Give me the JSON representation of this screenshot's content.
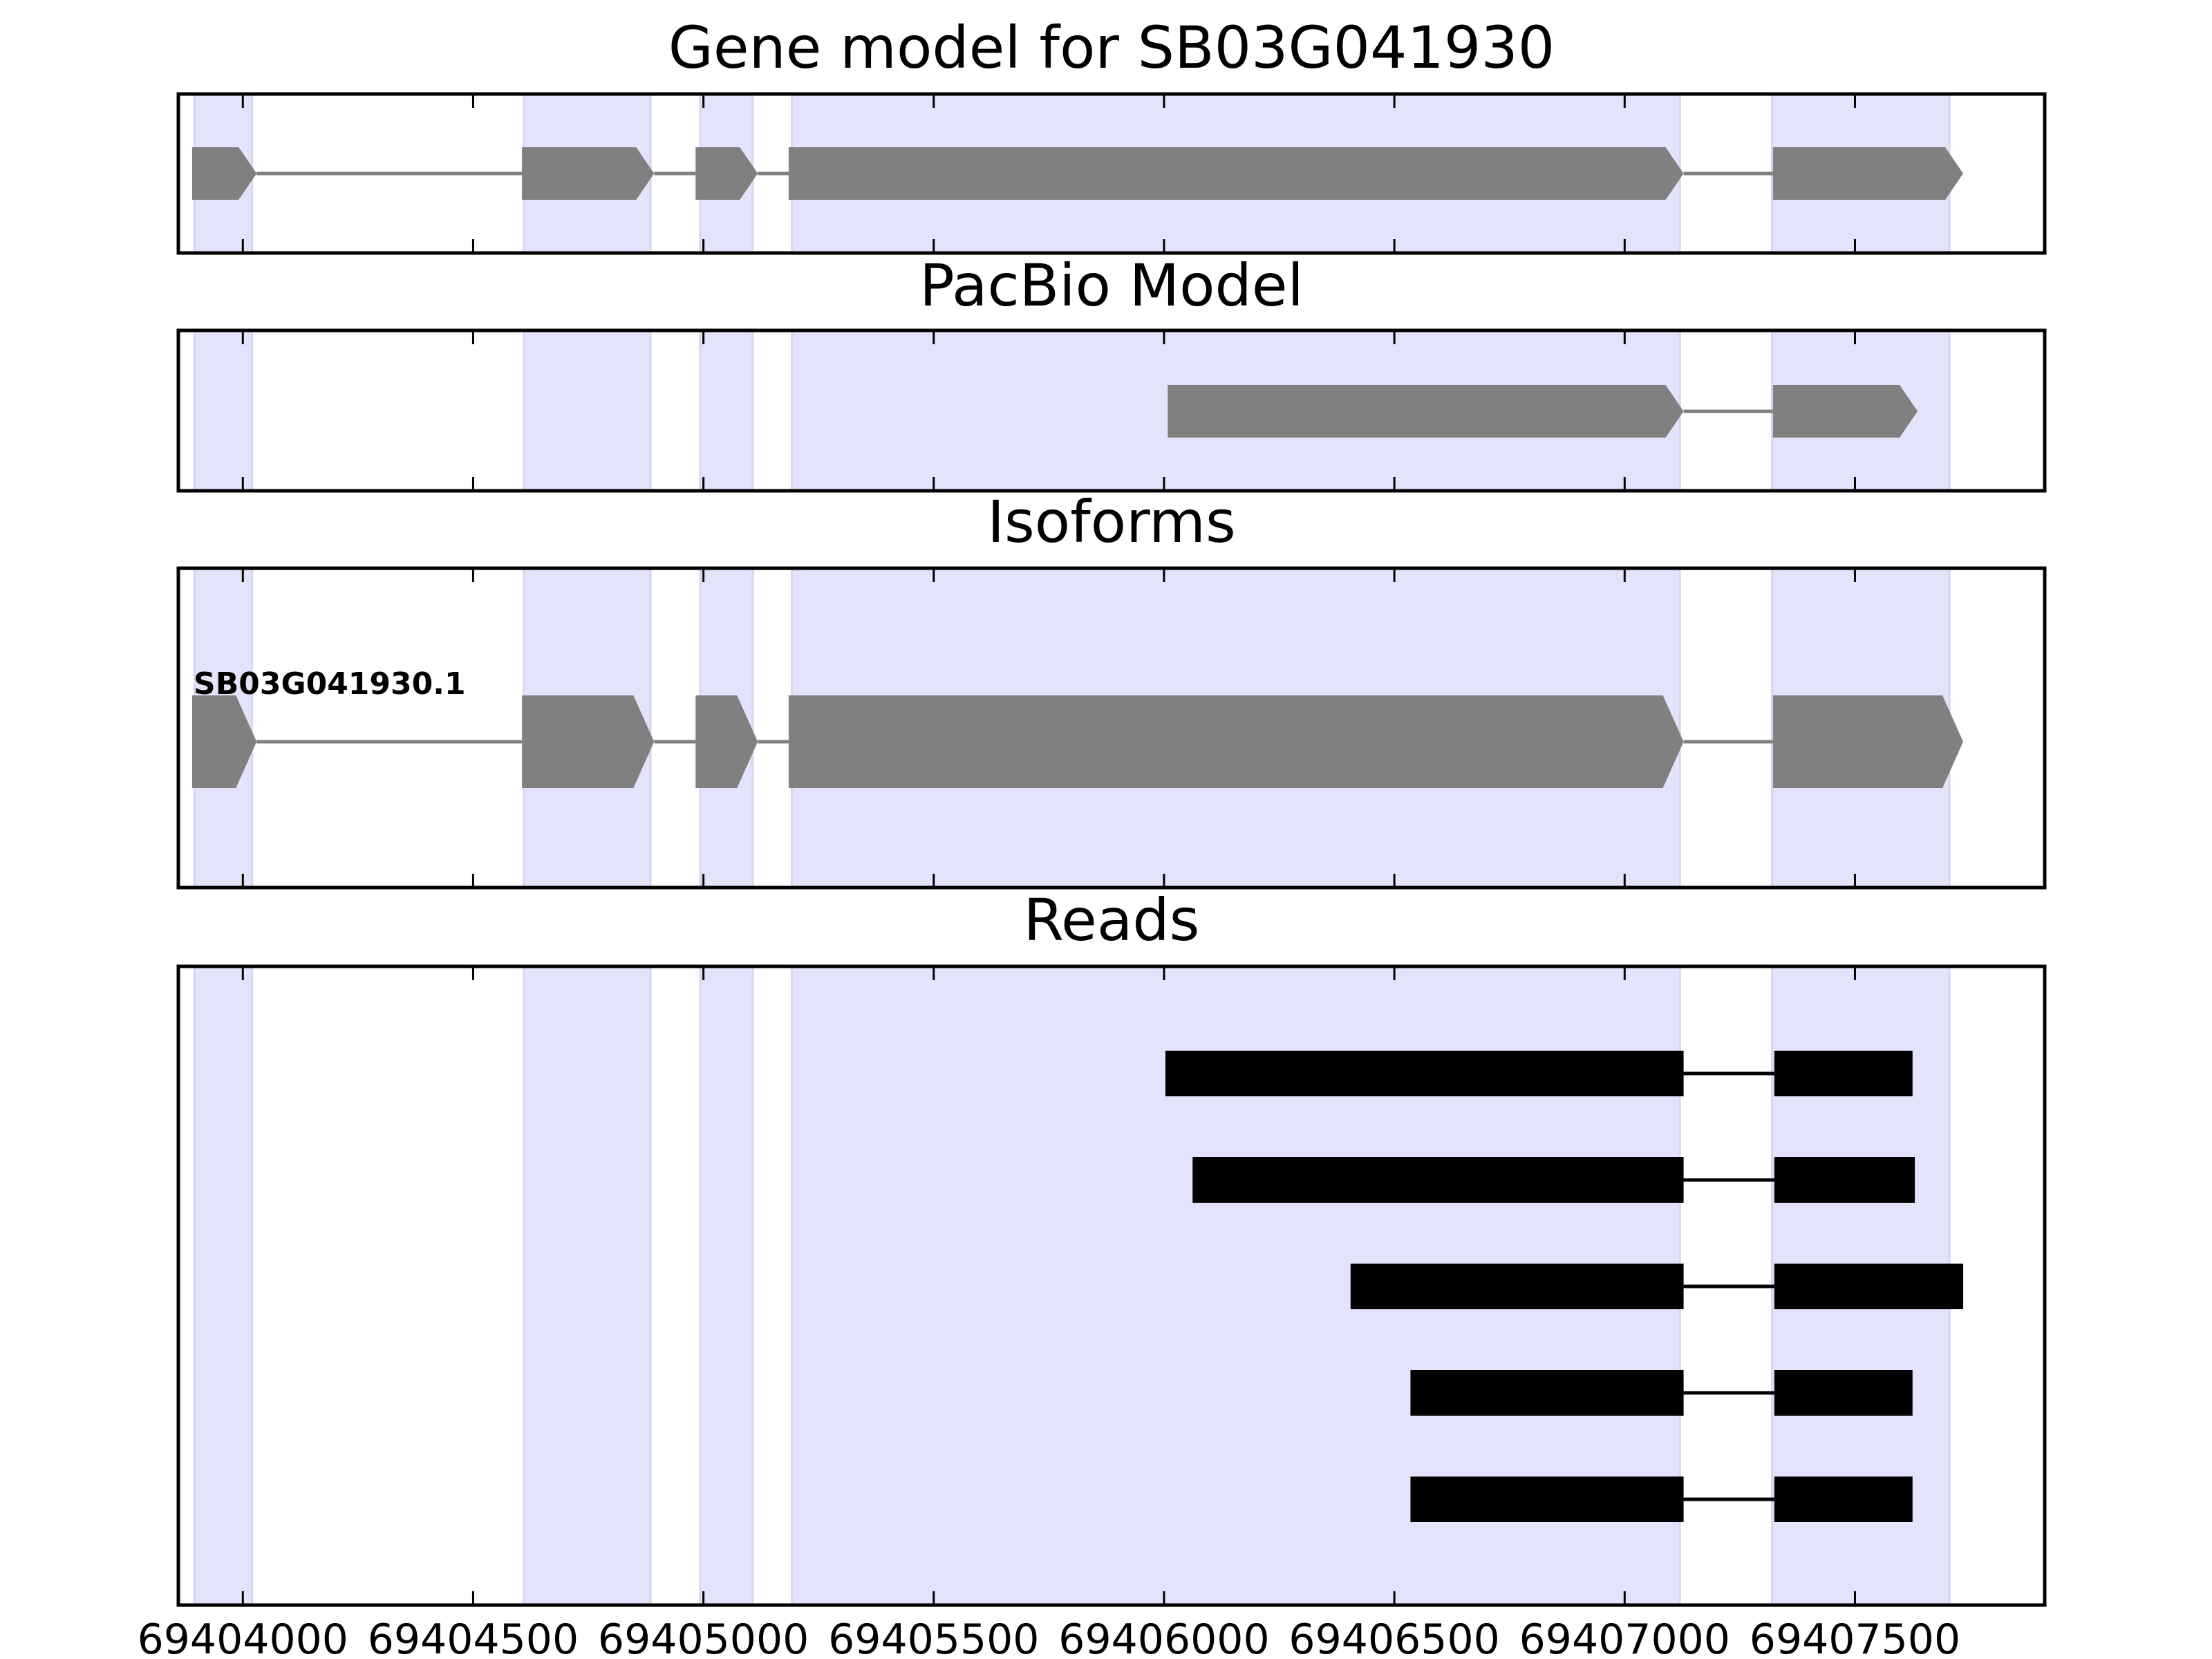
{
  "chart_data": {
    "type": "gene-track",
    "x_axis": {
      "range": [
        69403860,
        69407912
      ],
      "ticks": [
        69404000,
        69404500,
        69405000,
        69405500,
        69406000,
        69406500,
        69407000,
        69407500
      ],
      "tick_labels": [
        "69404000",
        "69404500",
        "69405000",
        "69405500",
        "69406000",
        "69406500",
        "69407000",
        "69407500"
      ]
    },
    "highlight_regions": [
      [
        69403895,
        69404020
      ],
      [
        69404610,
        69404885
      ],
      [
        69404993,
        69405107
      ],
      [
        69405192,
        69407120
      ],
      [
        69407320,
        69407705
      ]
    ],
    "colors": {
      "highlight": "#e3e3fc",
      "feature": "#808080",
      "read": "#000000"
    },
    "panels": [
      {
        "title": "Gene model for SB03G041930",
        "strand": "+",
        "exons": [
          [
            69403890,
            69404030
          ],
          [
            69404606,
            69404893
          ],
          [
            69404983,
            69405118
          ],
          [
            69405185,
            69407128
          ],
          [
            69407322,
            69407735
          ]
        ]
      },
      {
        "title": "PacBio Model",
        "strand": "+",
        "exons": [
          [
            69406008,
            69407128
          ],
          [
            69407322,
            69407636
          ]
        ]
      },
      {
        "title": "Isoforms",
        "strand": "+",
        "exons": [
          [
            69403890,
            69404030
          ],
          [
            69404606,
            69404893
          ],
          [
            69404983,
            69405118
          ],
          [
            69405185,
            69407128
          ],
          [
            69407322,
            69407735
          ]
        ],
        "label": "SB03G041930.1"
      },
      {
        "title": "Reads",
        "reads": [
          [
            [
              69406003,
              69407128
            ],
            [
              69407325,
              69407625
            ]
          ],
          [
            [
              69406062,
              69407128
            ],
            [
              69407325,
              69407630
            ]
          ],
          [
            [
              69406405,
              69407128
            ],
            [
              69407325,
              69407735
            ]
          ],
          [
            [
              69406535,
              69407128
            ],
            [
              69407325,
              69407625
            ]
          ],
          [
            [
              69406535,
              69407128
            ],
            [
              69407325,
              69407625
            ]
          ]
        ]
      }
    ]
  }
}
